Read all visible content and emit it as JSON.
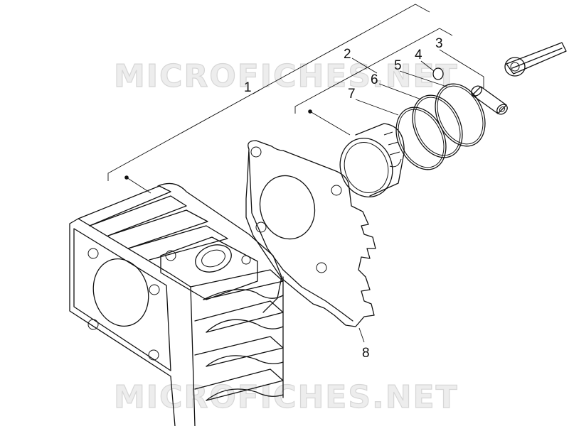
{
  "watermark": {
    "top": "MICROFICHES.NET",
    "bottom": "MICROFICHES.NET"
  },
  "callouts": [
    {
      "id": "1",
      "label": "1"
    },
    {
      "id": "2",
      "label": "2"
    },
    {
      "id": "3",
      "label": "3"
    },
    {
      "id": "4",
      "label": "4"
    },
    {
      "id": "5",
      "label": "5"
    },
    {
      "id": "6",
      "label": "6"
    },
    {
      "id": "7",
      "label": "7"
    },
    {
      "id": "8",
      "label": "8"
    }
  ],
  "parts": {
    "cylinder": "cylinder-block",
    "gasket": "cylinder-base-gasket",
    "piston": "piston",
    "rings": [
      "ring-upper",
      "ring-middle",
      "ring-oil"
    ],
    "wrist_pin": "piston-pin",
    "circlip": "circlip",
    "conrod": "connecting-rod"
  },
  "colors": {
    "line": "#111111",
    "watermark_fill": "#ededed",
    "watermark_stroke": "#d6d6d6",
    "background": "#ffffff"
  }
}
